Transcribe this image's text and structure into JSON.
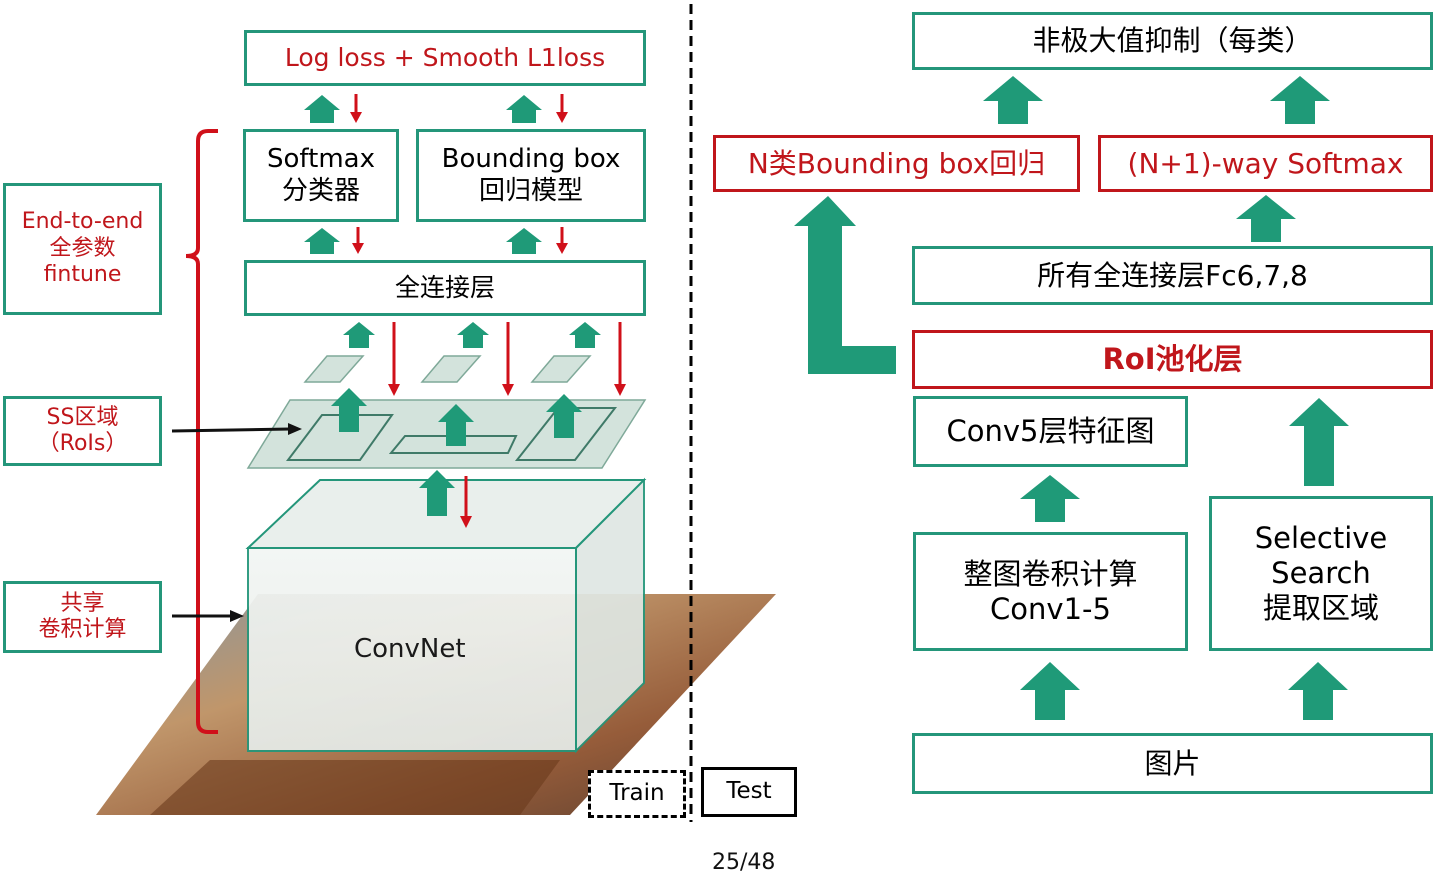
{
  "colors": {
    "green_border": "#24967a",
    "red": "#c0161b",
    "arrow_green": "#1f9a78",
    "plane_fill": "#d3e3dc"
  },
  "train": {
    "loss": "Log loss + Smooth L1loss",
    "softmax_line1": "Softmax",
    "softmax_line2": "分类器",
    "bbox_line1": "Bounding box",
    "bbox_line2": "回归模型",
    "fc": "全连接层",
    "convnet": "ConvNet",
    "tag": "Train"
  },
  "side_labels": {
    "finetune_line1": "End-to-end",
    "finetune_line2": "全参数",
    "finetune_line3": "fintune",
    "rois_line1": "SS区域",
    "rois_line2": "（RoIs）",
    "shared_line1": "共享",
    "shared_line2": "卷积计算"
  },
  "test": {
    "tag": "Test",
    "nms": "非极大值抑制（每类）",
    "bbox_reg": "N类Bounding box回归",
    "softmax": "(N+1)-way Softmax",
    "fc": "所有全连接层Fc6,7,8",
    "roi_pool": "RoI池化层",
    "conv5": "Conv5层特征图",
    "conv_line1": "整图卷积计算",
    "conv_line2": "Conv1-5",
    "ss_line1": "Selective",
    "ss_line2": "Search",
    "ss_line3": "提取区域",
    "image": "图片"
  },
  "page_number": "25/48"
}
